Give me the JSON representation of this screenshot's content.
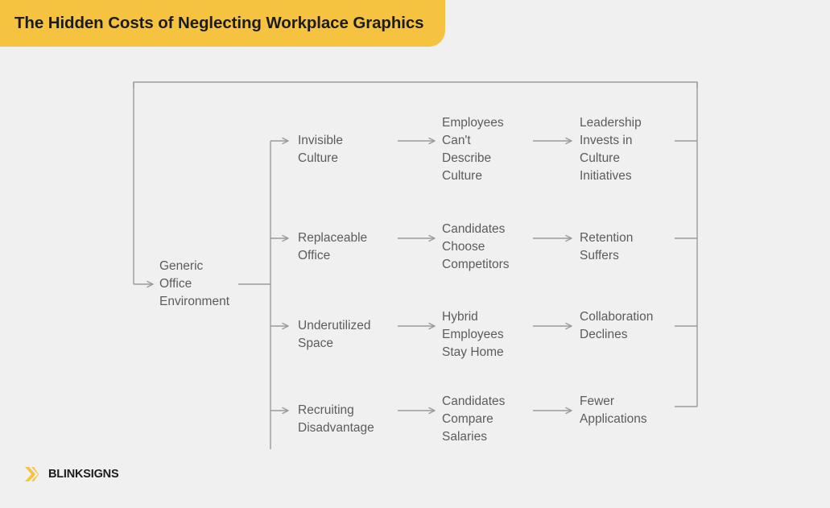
{
  "title": {
    "text": "The Hidden Costs of Neglecting Workplace Graphics",
    "banner_color": "#f5c33f",
    "text_color": "#1c1c1c"
  },
  "canvas": {
    "background_color": "#f0f0f0",
    "line_color": "#9a9a9a",
    "node_text_color": "#5c5c5c"
  },
  "diagram": {
    "type": "feedback-loop-flowchart",
    "root": {
      "label": "Generic\nOffice\nEnvironment"
    },
    "branches": [
      {
        "cause": "Invisible\nCulture",
        "effect": "Employees\nCan't\nDescribe\nCulture",
        "outcome": "Leadership\nInvests in\nCulture\nInitiatives"
      },
      {
        "cause": "Replaceable\nOffice",
        "effect": "Candidates\nChoose\nCompetitors",
        "outcome": "Retention\nSuffers"
      },
      {
        "cause": "Underutilized\nSpace",
        "effect": "Hybrid\nEmployees\nStay Home",
        "outcome": "Collaboration\nDeclines"
      },
      {
        "cause": "Recruiting\nDisadvantage",
        "effect": "Candidates\nCompare\nSalaries",
        "outcome": "Fewer\nApplications"
      }
    ]
  },
  "footer": {
    "brand": "BLINKSIGNS",
    "logo_color": "#f5c33f",
    "icon": "double-chevron-right-icon"
  }
}
